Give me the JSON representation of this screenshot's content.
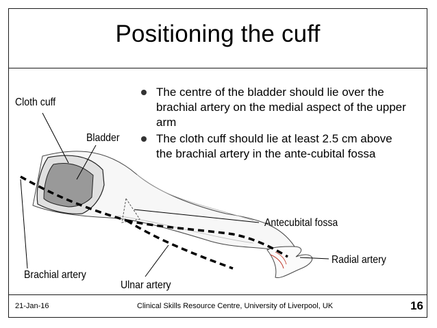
{
  "slide": {
    "title": "Positioning the cuff",
    "bullets": [
      "The centre of the bladder should lie over the brachial artery on the medial aspect of the upper arm",
      "The cloth cuff should lie at least 2.5 cm above the brachial artery in the ante-cubital fossa"
    ]
  },
  "diagram": {
    "labels": {
      "cloth_cuff": "Cloth cuff",
      "bladder": "Bladder",
      "antecubital_fossa": "Antecubital fossa",
      "radial_artery": "Radial artery",
      "brachial_artery": "Brachial artery",
      "ulnar_artery": "Ulnar artery"
    },
    "colors": {
      "bladder_fill": "#999999",
      "cuff_fill": "#e0e0e0",
      "lines": "#000000",
      "hand_detail": "#c0392b"
    }
  },
  "footer": {
    "date": "21-Jan-16",
    "source": "Clinical Skills Resource Centre, University of Liverpool, UK",
    "page_number": "16"
  }
}
